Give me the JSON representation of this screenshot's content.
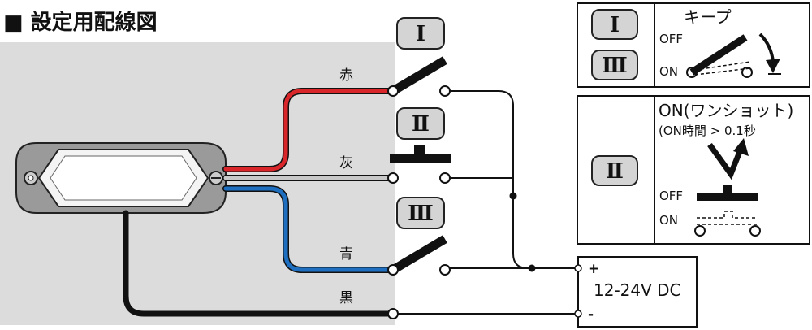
{
  "title": "■ 設定用配線図",
  "wires": {
    "red": "赤",
    "gray": "灰",
    "blue": "青",
    "black": "黒"
  },
  "switches": {
    "s1": "Ⅰ",
    "s2": "Ⅱ",
    "s3": "Ⅲ"
  },
  "power": {
    "plus": "+",
    "minus": "-",
    "label": "12-24V DC"
  },
  "legend_keep": {
    "sw1": "Ⅰ",
    "sw3": "Ⅲ",
    "title": "キープ",
    "off": "OFF",
    "on": "ON"
  },
  "legend_oneshot": {
    "sw2": "Ⅱ",
    "title": "ON(ワンショット)",
    "subtitle": "(ON時間 > 0.1秒",
    "off": "OFF",
    "on": "ON"
  },
  "colors": {
    "red_wire": "#d9262b",
    "gray_wire": "#c8c8c8",
    "blue_wire": "#1e6fc0",
    "black_wire": "#111111",
    "panel_bg": "#dcdcdc",
    "button_bg": "#d4d4d4"
  }
}
